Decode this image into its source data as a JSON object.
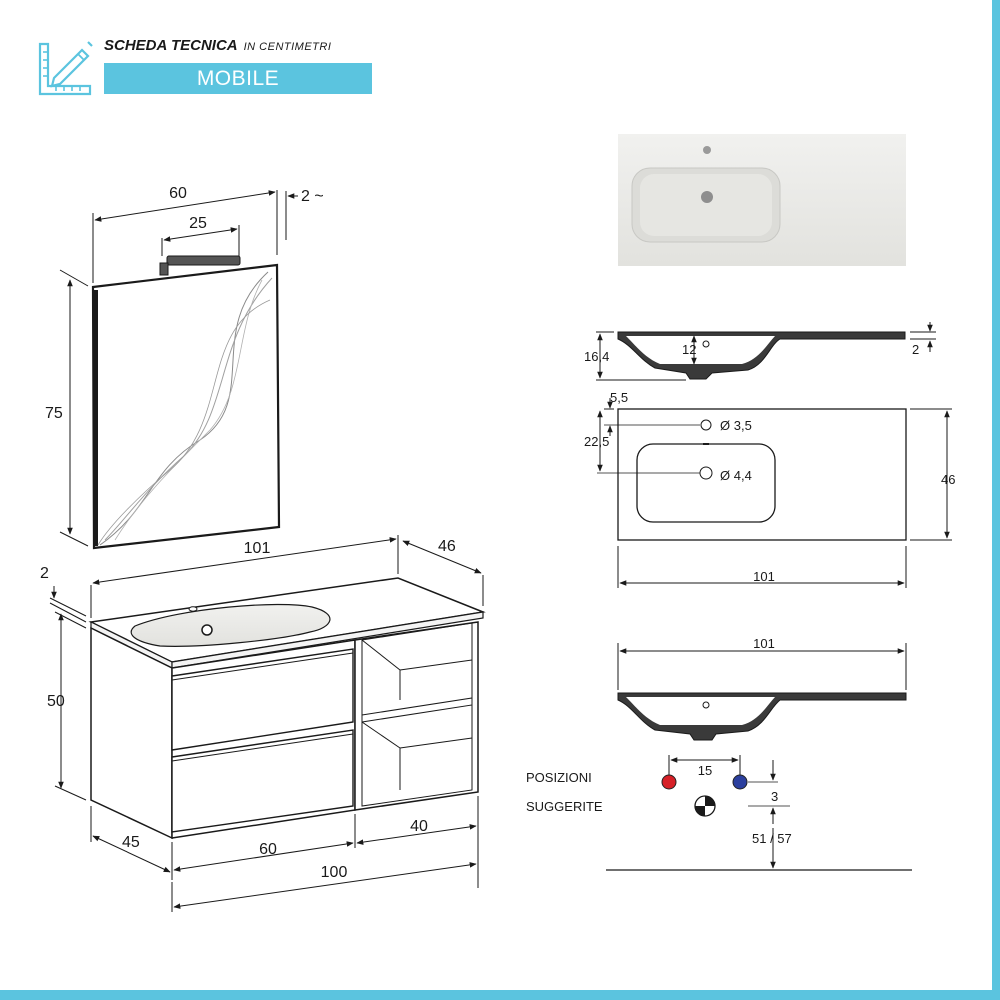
{
  "header": {
    "title": "SCHEDA TECNICA",
    "subtitle": "IN CENTIMETRI",
    "section_label": "MOBILE",
    "accent_color": "#5bc4df",
    "icon": "ruler-pencil-icon"
  },
  "mirror": {
    "width": "60",
    "lamp_width": "25",
    "depth": "2 ~",
    "height": "75"
  },
  "cabinet": {
    "top_width": "101",
    "top_depth": "46",
    "top_thickness": "2",
    "height": "50",
    "side_depth": "45",
    "drawer_width": "60",
    "shelf_width": "40",
    "total_width": "100"
  },
  "sink_section": {
    "height_total": "16,4",
    "basin_depth": "12",
    "rim_thickness": "2"
  },
  "sink_top": {
    "tap_offset": "5,5",
    "drain_offset": "22,5",
    "tap_hole": "Ø 3,5",
    "drain_hole": "Ø 4,4",
    "depth": "46",
    "width": "101"
  },
  "sink_front": {
    "width": "101",
    "taps_distance": "15",
    "taps_height": "3",
    "drain_height": "51 / 57",
    "positions_label_1": "POSIZIONI",
    "positions_label_2": "SUGGERITE",
    "hot_color": "#d62027",
    "cold_color": "#2b3f9e"
  }
}
